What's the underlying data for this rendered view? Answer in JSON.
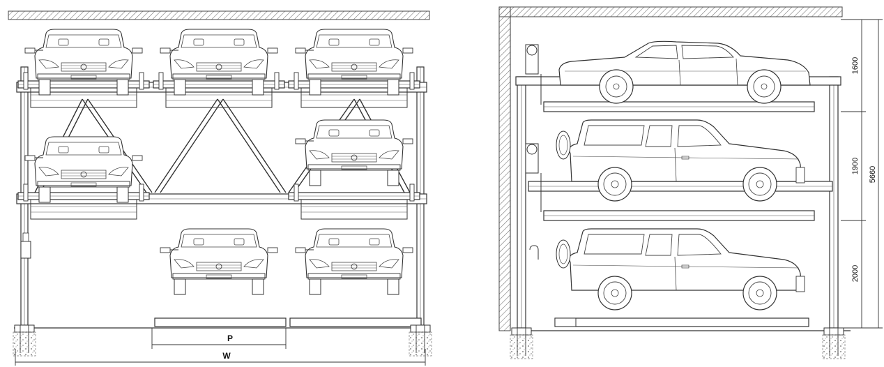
{
  "front_view": {
    "dim_pitch": "P",
    "dim_width": "W"
  },
  "side_view": {
    "dim_upper": "1600",
    "dim_middle": "1900",
    "dim_lower": "2000",
    "dim_total": "5660"
  },
  "colors": {
    "line": "#333333",
    "hatch": "#777777",
    "background": "#ffffff"
  }
}
